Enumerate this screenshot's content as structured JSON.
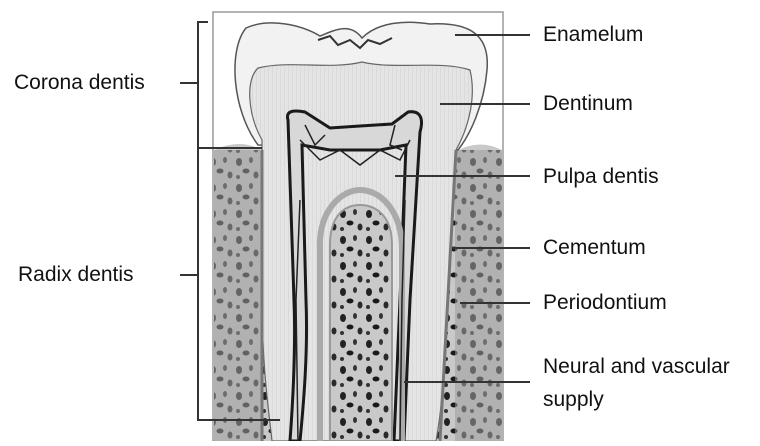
{
  "diagram": {
    "left_labels": {
      "crown": "Corona dentis",
      "root": "Radix dentis"
    },
    "right_labels": {
      "enamel": "Enamelum",
      "dentin": "Dentinum",
      "pulp": "Pulpa dentis",
      "cementum": "Cementum",
      "periodontium": "Periodontium",
      "supply": "Neural and vascular supply"
    }
  }
}
